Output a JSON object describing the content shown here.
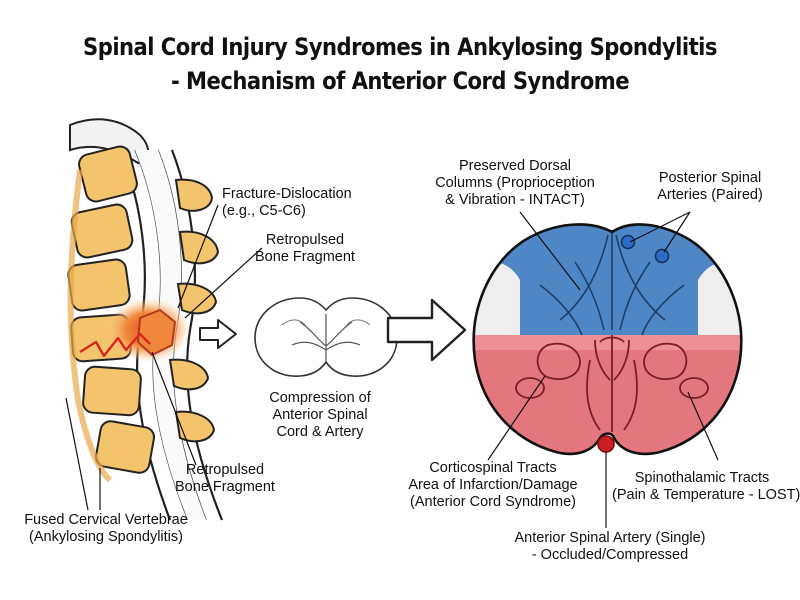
{
  "title": {
    "line1": "Spinal Cord Injury Syndromes in Ankylosing Spondylitis",
    "line2": "- Mechanism of Anterior Cord Syndrome"
  },
  "labels": {
    "fracture": [
      "Fracture-Dislocation",
      "(e.g., C5-C6)"
    ],
    "retropulsed_top": [
      "Retropulsed",
      "Bone Fragment"
    ],
    "compression": [
      "Compression of",
      "Anterior Spinal",
      "Cord & Artery"
    ],
    "retropulsed_bottom": [
      "Retropulsed",
      "Bone Fragment"
    ],
    "fused": [
      "Fused Cervical Vertebrae",
      "(Ankylosing Spondylitis)"
    ],
    "dorsal": [
      "Preserved Dorsal",
      "Columns (Proprioception",
      "& Vibration - INTACT)"
    ],
    "posterior_arteries": [
      "Posterior Spinal",
      "Arteries (Paired)"
    ],
    "corticospinal": [
      "Corticospinal Tracts",
      "Area of Infarction/Damage",
      "(Anterior Cord Syndrome)"
    ],
    "spinothalamic": [
      "Spinothalamic Tracts",
      "(Pain & Temperature - LOST)"
    ],
    "anterior_artery": [
      "Anterior Spinal Artery (Single)",
      "- Occluded/Compressed"
    ]
  },
  "colors": {
    "preserved_blue": "#4f86c6",
    "damaged_red": "#e3777d",
    "damaged_light": "#f2c4c6",
    "bone": "#f4c46d",
    "artery_red": "#cc1f24",
    "fracture_orange": "#f0873a"
  }
}
